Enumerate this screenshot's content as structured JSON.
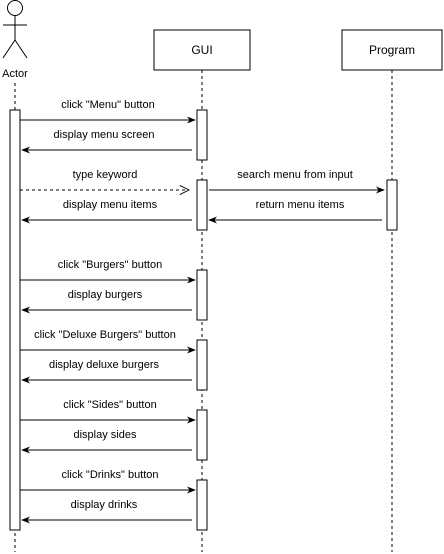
{
  "participants": {
    "actor": "Actor",
    "gui": "GUI",
    "program": "Program"
  },
  "messages": [
    {
      "label": "click \"Menu\" button",
      "from": "actor",
      "to": "gui",
      "style": "sync"
    },
    {
      "label": "display menu screen",
      "from": "gui",
      "to": "actor",
      "style": "sync"
    },
    {
      "label": "type keyword",
      "from": "actor",
      "to": "gui",
      "style": "dashed-open"
    },
    {
      "label": "search menu from input",
      "from": "gui",
      "to": "program",
      "style": "sync"
    },
    {
      "label": "display menu items",
      "from": "gui",
      "to": "actor",
      "style": "sync"
    },
    {
      "label": "return menu items",
      "from": "program",
      "to": "gui",
      "style": "sync"
    },
    {
      "label": "click \"Burgers\" button",
      "from": "actor",
      "to": "gui",
      "style": "sync"
    },
    {
      "label": "display burgers",
      "from": "gui",
      "to": "actor",
      "style": "sync"
    },
    {
      "label": "click \"Deluxe Burgers\" button",
      "from": "actor",
      "to": "gui",
      "style": "sync"
    },
    {
      "label": "display deluxe burgers",
      "from": "gui",
      "to": "actor",
      "style": "sync"
    },
    {
      "label": "click \"Sides\" button",
      "from": "actor",
      "to": "gui",
      "style": "sync"
    },
    {
      "label": "display sides",
      "from": "gui",
      "to": "actor",
      "style": "sync"
    },
    {
      "label": "click \"Drinks\" button",
      "from": "actor",
      "to": "gui",
      "style": "sync"
    },
    {
      "label": "display drinks",
      "from": "gui",
      "to": "actor",
      "style": "sync"
    }
  ],
  "colors": {
    "stroke": "#000000",
    "background": "#ffffff"
  }
}
